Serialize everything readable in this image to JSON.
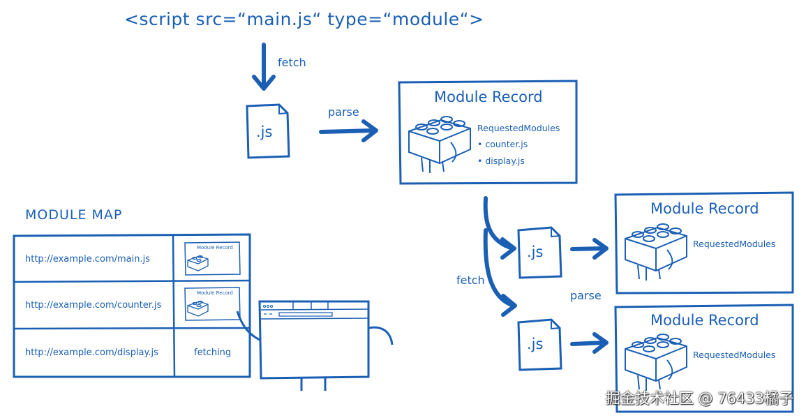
{
  "script_tag": "<script src=“main.js“ type=“module“>",
  "labels": {
    "fetch_top": "fetch",
    "parse_top": "parse",
    "fetch_bottom": "fetch",
    "parse_bottom": "parse",
    "js_file": ".js"
  },
  "module_record_main": {
    "title": "Module Record",
    "requested_label": "RequestedModules",
    "requested": [
      "counter.js",
      "display.js"
    ]
  },
  "module_record_child": {
    "title": "Module Record",
    "requested_label": "RequestedModules"
  },
  "module_map": {
    "heading": "MODULE MAP",
    "rows": [
      {
        "url": "http://example.com/main.js",
        "thumb_title": "Module Record"
      },
      {
        "url": "http://example.com/counter.js",
        "thumb_title": "Module Record"
      },
      {
        "url": "http://example.com/display.js",
        "status": "fetching"
      }
    ]
  },
  "watermark": "掘金技术社区 @ 76433橘子",
  "colors": {
    "ink": "#1a5fb4",
    "background": "#ffffff"
  }
}
